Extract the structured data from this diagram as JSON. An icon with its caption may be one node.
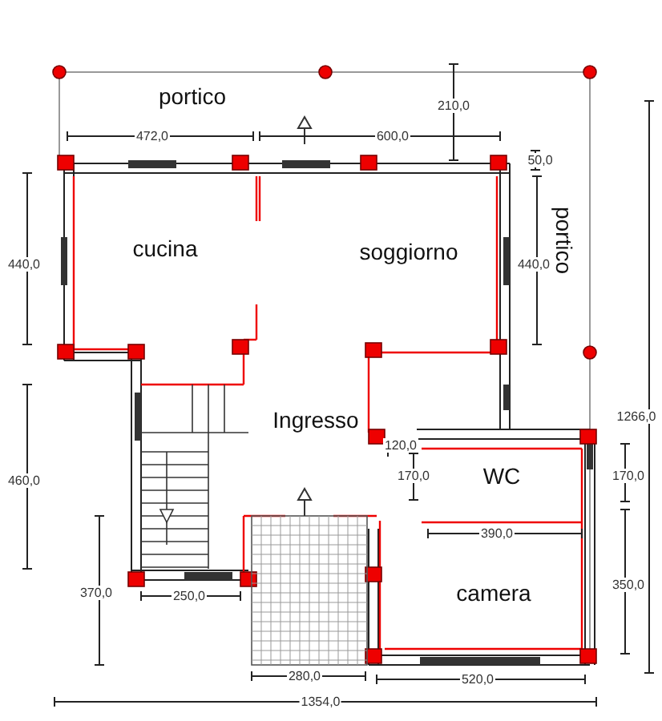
{
  "diagram": {
    "nodes": [
      {
        "text": [
          "portico"
        ]
      },
      {
        "text": [
          "cucina"
        ]
      },
      {
        "text": [
          "soggiorno"
        ]
      },
      {
        "text": [
          "portico"
        ]
      },
      {
        "text": [
          "Ingresso"
        ]
      },
      {
        "text": [
          "WC"
        ]
      },
      {
        "text": [
          "camera"
        ]
      }
    ],
    "labels": [
      "210,0",
      "472,0",
      "600,0",
      "50,0",
      "440,0",
      "440,0",
      "1266,0",
      "120,0",
      "460,0",
      "170,0",
      "170,0",
      "390,0",
      "370,0",
      "250,0",
      "350,0",
      "280,0",
      "520,0",
      "1354,0"
    ]
  }
}
